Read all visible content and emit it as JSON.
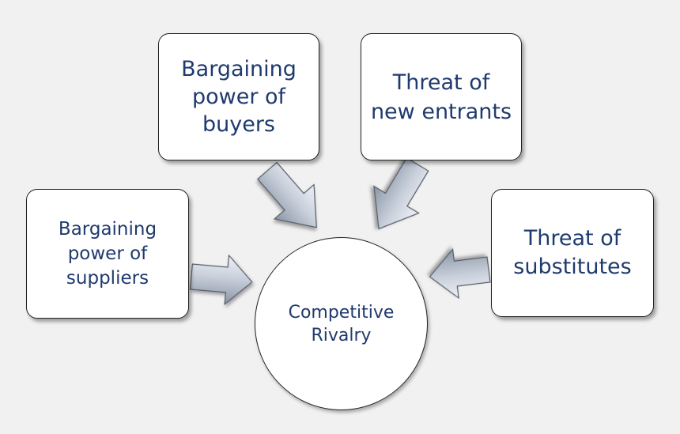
{
  "diagram": {
    "center": {
      "label": "Competitive\nRivalry"
    },
    "forces": [
      {
        "id": "buyers",
        "label": "Bargaining\npower of\nbuyers"
      },
      {
        "id": "entrants",
        "label": "Threat of\nnew entrants"
      },
      {
        "id": "suppliers",
        "label": "Bargaining\npower of\nsuppliers"
      },
      {
        "id": "substitutes",
        "label": "Threat of\nsubstitutes"
      }
    ]
  },
  "colors": {
    "background": "#f1f1f1",
    "text": "#1f3a6e",
    "box_fill": "#ffffff",
    "border": "#222222",
    "arrow_light": "#e6ebf2",
    "arrow_dark": "#8a95a6"
  }
}
